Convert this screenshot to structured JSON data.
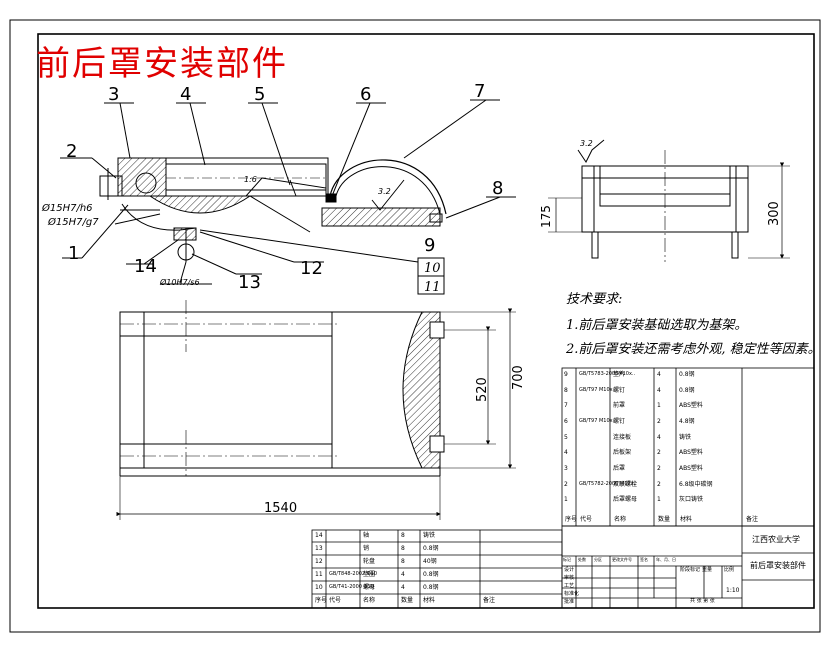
{
  "title": "前后罩安装部件",
  "tech_requirements": {
    "heading": "技术要求:",
    "items": [
      "1.前后罩安装基础选取为基架。",
      "2.前后罩安装还需考虑外观, 稳定性等因素。"
    ]
  },
  "callouts": [
    "1",
    "2",
    "3",
    "4",
    "5",
    "6",
    "7",
    "8",
    "9",
    "10",
    "11",
    "12",
    "13",
    "14"
  ],
  "fits": [
    "Ø15H7/h6",
    "Ø15H7/g7",
    "Ø10H7/s6"
  ],
  "roughness": "3.2",
  "dimensions": {
    "width": "1540",
    "depth": "700",
    "inner": "520",
    "height": "300",
    "small": "175",
    "slope": "1:6"
  },
  "parts_table_right": {
    "header": [
      "序号",
      "代号",
      "名称",
      "数量",
      "材料",
      "备注"
    ],
    "rows": [
      [
        "9",
        "GB/T5783-2000M10x..",
        "垫片",
        "4",
        "0.8钢",
        ""
      ],
      [
        "8",
        "GB/T97 M10x..",
        "螺钉",
        "4",
        "0.8钢",
        ""
      ],
      [
        "7",
        "",
        "前罩",
        "1",
        "ABS塑料",
        ""
      ],
      [
        "6",
        "GB/T97 M10x..",
        "螺钉",
        "2",
        "4.8钢",
        ""
      ],
      [
        "5",
        "",
        "连接板",
        "4",
        "铸铁",
        ""
      ],
      [
        "4",
        "",
        "后板架",
        "2",
        "ABS塑料",
        ""
      ],
      [
        "3",
        "",
        "后罩",
        "2",
        "ABS塑料",
        ""
      ],
      [
        "2",
        "GB/T5782-2000 M12x..",
        "双联螺栓",
        "2",
        "6.8级中碳钢",
        ""
      ],
      [
        "1",
        "",
        "后罩螺母",
        "1",
        "灰口铸铁",
        ""
      ]
    ]
  },
  "parts_table_left": {
    "rows": [
      [
        "14",
        "",
        "轴",
        "8",
        "铸铁",
        ""
      ],
      [
        "13",
        "",
        "销",
        "8",
        "0.8钢",
        ""
      ],
      [
        "12",
        "",
        "轮盘",
        "8",
        "40钢",
        ""
      ],
      [
        "11",
        "GB/T848-2002 Φ10",
        "垫圈",
        "4",
        "0.8钢",
        ""
      ],
      [
        "10",
        "GB/T41-2000 Φ10",
        "螺母",
        "4",
        "0.8钢",
        ""
      ]
    ],
    "footer": [
      "序号",
      "代号",
      "名称",
      "数量",
      "材料",
      "备注"
    ]
  },
  "title_block": {
    "school": "江西农业大学",
    "drawing_name": "前后罩安装部件",
    "scale": "1:10",
    "row_labels": [
      "标记",
      "处数",
      "分区",
      "更改文件号",
      "签名",
      "年、月、日"
    ],
    "sign_labels": [
      "设计",
      "审核",
      "工艺",
      "标准化",
      "批准"
    ],
    "stage_labels": [
      "阶段标记",
      "重量",
      "比例"
    ],
    "sheet": "共 张 第 张"
  }
}
